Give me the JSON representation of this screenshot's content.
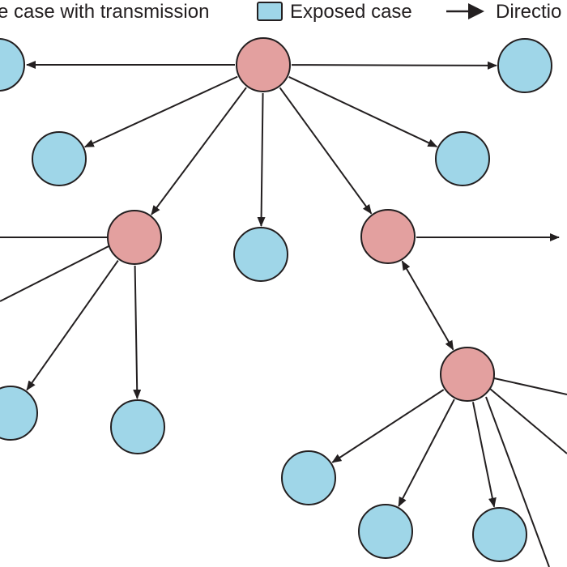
{
  "legend": {
    "transmission_label": "e case with transmission",
    "exposed_label": "Exposed case",
    "direction_label": "Directio"
  },
  "colors": {
    "transmission_fill": "#e3a09f",
    "exposed_fill": "#9fd6e8",
    "stroke": "#231f20",
    "background": "#ffffff"
  },
  "nodes": [
    {
      "id": "hub-top",
      "kind": "transmission"
    },
    {
      "id": "exposed-top-left",
      "kind": "exposed"
    },
    {
      "id": "exposed-top-right",
      "kind": "exposed"
    },
    {
      "id": "exposed-mid-left",
      "kind": "exposed"
    },
    {
      "id": "exposed-mid-right",
      "kind": "exposed"
    },
    {
      "id": "hub-left",
      "kind": "transmission"
    },
    {
      "id": "exposed-center",
      "kind": "exposed"
    },
    {
      "id": "hub-right",
      "kind": "transmission"
    },
    {
      "id": "exposed-low-far-left",
      "kind": "exposed"
    },
    {
      "id": "exposed-low-left",
      "kind": "exposed"
    },
    {
      "id": "hub-bottom",
      "kind": "transmission"
    },
    {
      "id": "exposed-bottom-1",
      "kind": "exposed"
    },
    {
      "id": "exposed-bottom-2",
      "kind": "exposed"
    },
    {
      "id": "exposed-bottom-3",
      "kind": "exposed"
    }
  ],
  "edges": [
    {
      "from": "hub-top",
      "to": "exposed-top-left",
      "bidirectional": false
    },
    {
      "from": "hub-top",
      "to": "exposed-top-right",
      "bidirectional": false
    },
    {
      "from": "hub-top",
      "to": "exposed-mid-left",
      "bidirectional": false
    },
    {
      "from": "hub-top",
      "to": "exposed-mid-right",
      "bidirectional": false
    },
    {
      "from": "hub-top",
      "to": "hub-left",
      "bidirectional": false
    },
    {
      "from": "hub-top",
      "to": "exposed-center",
      "bidirectional": false
    },
    {
      "from": "hub-top",
      "to": "hub-right",
      "bidirectional": false
    },
    {
      "from": "hub-left",
      "to": "exposed-low-far-left",
      "bidirectional": false
    },
    {
      "from": "hub-left",
      "to": "exposed-low-left",
      "bidirectional": false
    },
    {
      "from": "hub-right",
      "to": "hub-bottom",
      "bidirectional": true
    },
    {
      "from": "hub-bottom",
      "to": "exposed-bottom-1",
      "bidirectional": false
    },
    {
      "from": "hub-bottom",
      "to": "exposed-bottom-2",
      "bidirectional": false
    },
    {
      "from": "hub-bottom",
      "to": "exposed-bottom-3",
      "bidirectional": false
    }
  ]
}
